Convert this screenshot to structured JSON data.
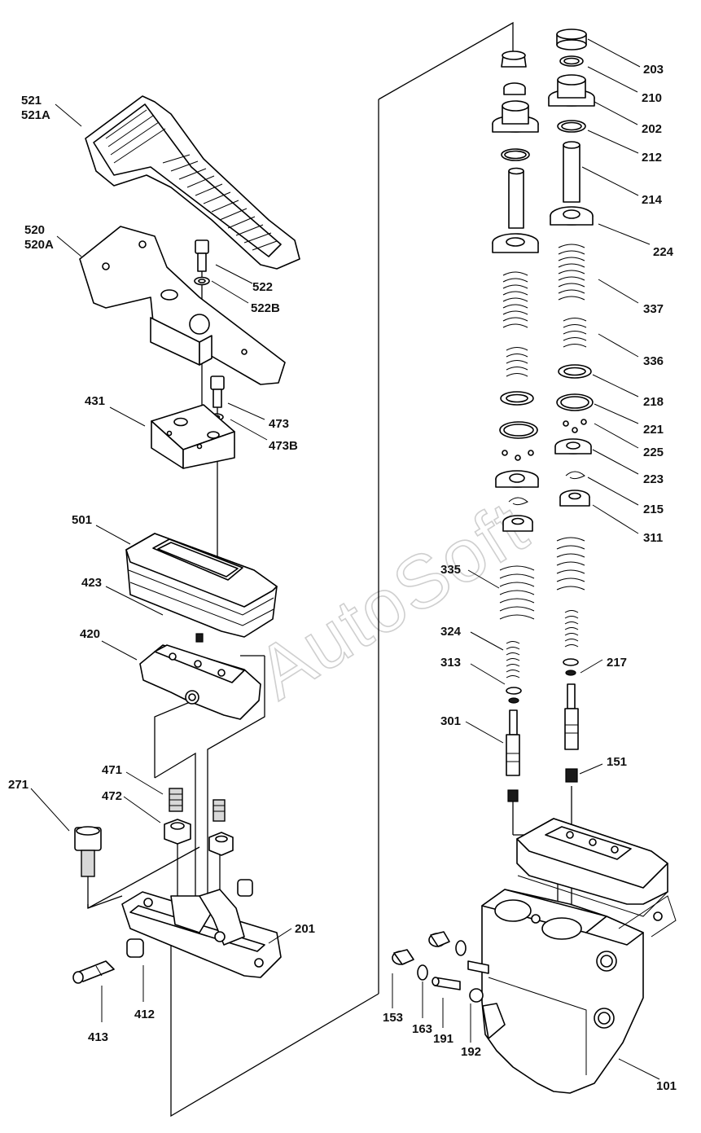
{
  "watermark": "AutoSoft",
  "labels": {
    "l521": "521",
    "l521A": "521A",
    "l520": "520",
    "l520A": "520A",
    "l522": "522",
    "l522B": "522B",
    "l473": "473",
    "l473B": "473B",
    "l431": "431",
    "l501": "501",
    "l423": "423",
    "l420": "420",
    "l471": "471",
    "l472": "472",
    "l271": "271",
    "l201": "201",
    "l412": "412",
    "l413": "413",
    "l203": "203",
    "l210": "210",
    "l202": "202",
    "l212": "212",
    "l214": "214",
    "l224": "224",
    "l337": "337",
    "l336": "336",
    "l218": "218",
    "l221": "221",
    "l225": "225",
    "l223": "223",
    "l215": "215",
    "l311": "311",
    "l335": "335",
    "l324": "324",
    "l313": "313",
    "l217": "217",
    "l301": "301",
    "l151": "151",
    "l153": "153",
    "l163": "163",
    "l191": "191",
    "l192": "192",
    "l101": "101"
  }
}
